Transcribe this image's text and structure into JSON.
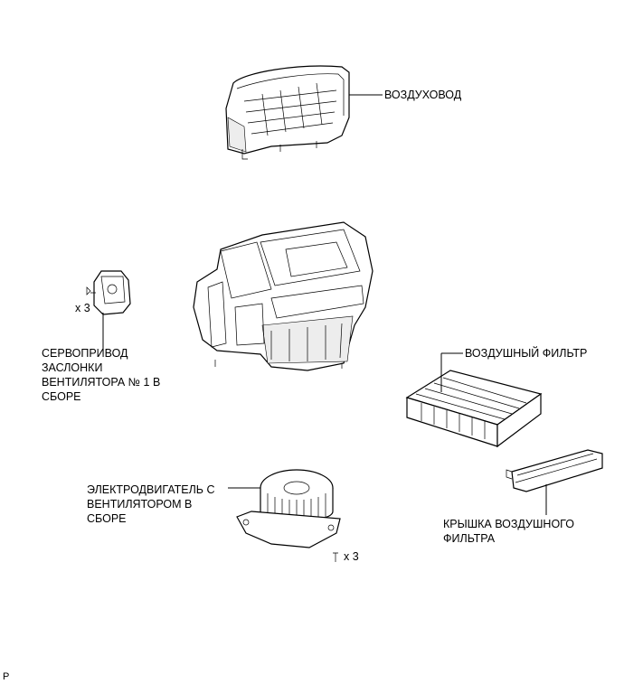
{
  "labels": {
    "duct": "ВОЗДУХОВОД",
    "servo": [
      "СЕРВОПРИВОД",
      "ЗАСЛОНКИ",
      "ВЕНТИЛЯТОРА № 1 В",
      "СБОРЕ"
    ],
    "servo_qty": "x 3",
    "filter": "ВОЗДУШНЫЙ ФИЛЬТР",
    "motor": [
      "ЭЛЕКТРОДВИГАТЕЛЬ С",
      "ВЕНТИЛЯТОРОМ В",
      "СБОРЕ"
    ],
    "motor_qty": "x 3",
    "cover": [
      "КРЫШКА ВОЗДУШНОГО",
      "ФИЛЬТРА"
    ],
    "corner": "P"
  }
}
